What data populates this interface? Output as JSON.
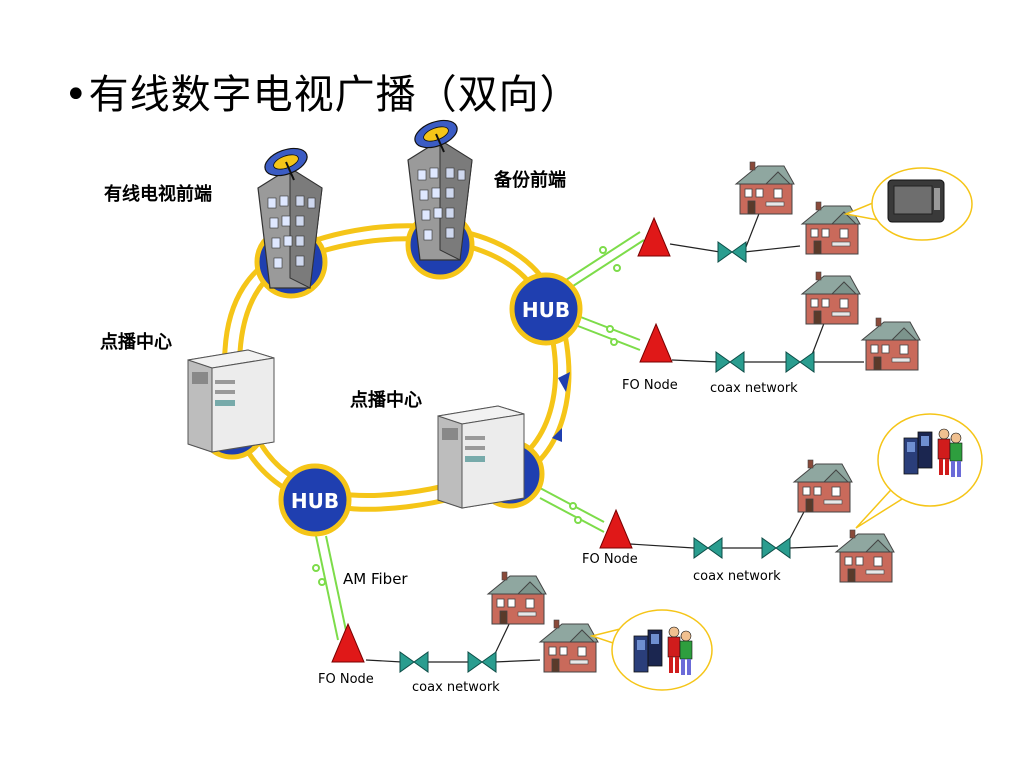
{
  "title": "•有线数字电视广播（双向）",
  "labels": {
    "headend": "有线电视前端",
    "backup_headend": "备份前端",
    "vod_center_left": "点播中心",
    "vod_center_inner": "点播中心",
    "am_fiber": "AM Fiber",
    "fo_node_1": "FO Node",
    "coax_network_1": "coax network",
    "fo_node_2": "FO Node",
    "coax_network_2": "coax network",
    "fo_node_3": "FO Node",
    "coax_network_3": "coax network"
  },
  "hubs": {
    "hub_right": "HUB",
    "hub_left": "HUB"
  },
  "colors": {
    "ring": "#f5c518",
    "node_blue": "#1f3fb0",
    "fiber": "#7ddc4a",
    "fo_node": "#e01818",
    "amplifier": "#2a9d8f",
    "bubble": "#f5c518"
  }
}
